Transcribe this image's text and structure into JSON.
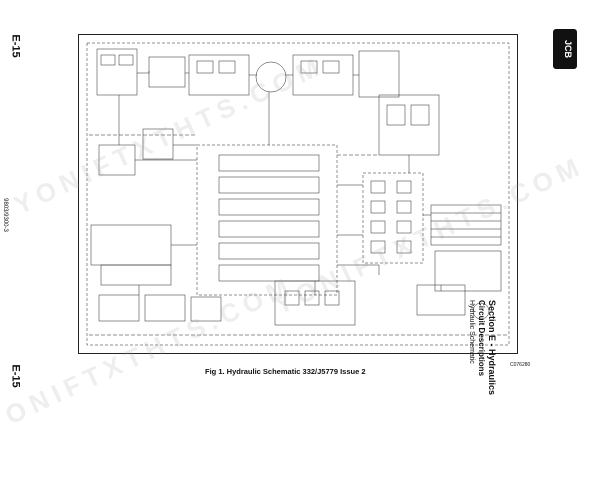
{
  "page_number": "E-15",
  "document_number": "9803/9300-3",
  "figure_caption": "Fig 1. Hydraulic Schematic 332/J5779 Issue 2",
  "figure_ref": "C076280",
  "section": {
    "title": "Section E - Hydraulics",
    "subtitle": "Circuit Descriptions",
    "topic": "Hydraulic Schematic"
  },
  "brand_logo": "JCB",
  "watermark_text": "YONIFTXTHTS.COM",
  "colors": {
    "line": "#222222",
    "logo": "#111111"
  }
}
